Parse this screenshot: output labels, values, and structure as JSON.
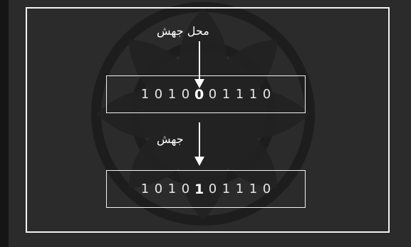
{
  "labels": {
    "top": "محل جهش",
    "middle": "جهش"
  },
  "before": {
    "bits": [
      "1",
      "0",
      "1",
      "0",
      "0",
      "0",
      "1",
      "1",
      "1",
      "0"
    ],
    "highlight_index": 4
  },
  "after": {
    "bits": [
      "1",
      "0",
      "1",
      "0",
      "1",
      "0",
      "1",
      "1",
      "1",
      "0"
    ],
    "highlight_index": 4
  },
  "colors": {
    "background": "#2b2b2b",
    "foreground": "#ffffff"
  }
}
